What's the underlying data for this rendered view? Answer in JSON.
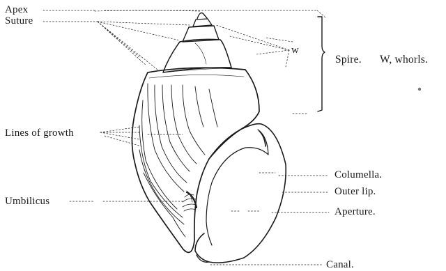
{
  "labels": {
    "apex": "Apex",
    "suture": "Suture",
    "whorls_mark": "w",
    "spire": "Spire.",
    "whorls": "W, whorls.",
    "lines_of_growth": "Lines of growth",
    "umbilicus": "Umbilicus",
    "columella": "Columella.",
    "outer_lip": "Outer lip.",
    "aperture": "Aperture.",
    "canal": "Canal."
  },
  "colors": {
    "ink": "#1a1a1a",
    "paper": "#ffffff"
  }
}
